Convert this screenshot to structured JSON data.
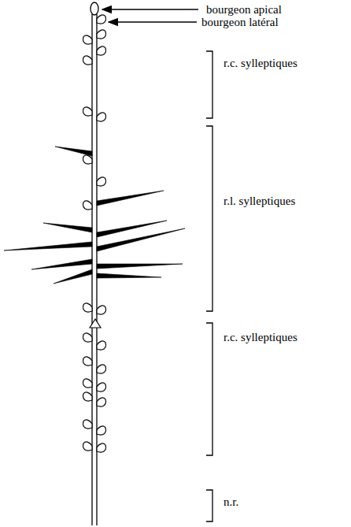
{
  "diagram": {
    "labels": [
      "bourgeon apical",
      "bourgeon latéral",
      "r.c. sylleptiques",
      "r.l. sylleptiques",
      "r.c. sylleptiques",
      "n.r."
    ]
  }
}
